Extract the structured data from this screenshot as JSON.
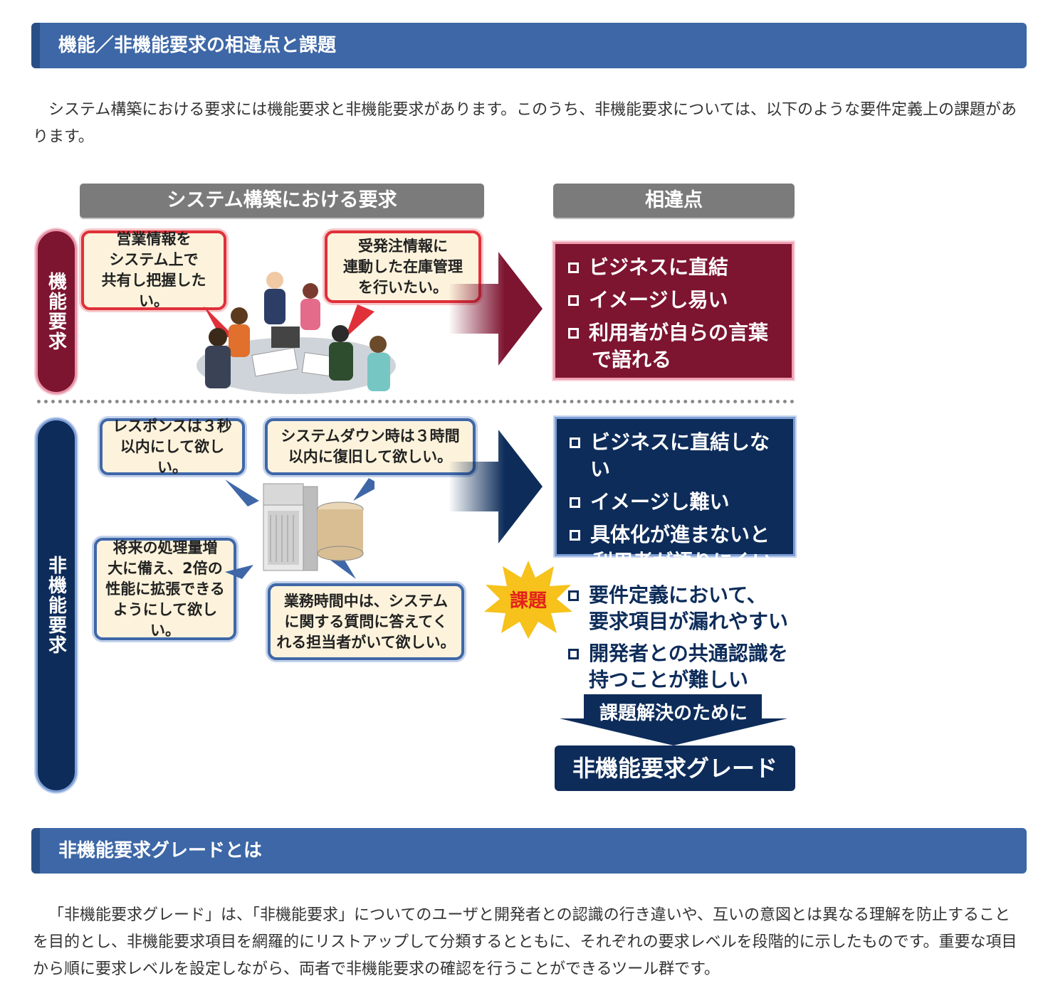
{
  "section1": {
    "title": "機能／非機能要求の相違点と課題",
    "intro": "システム構築における要求には機能要求と非機能要求があります。このうち、非機能要求については、以下のような要件定義上の課題があります。"
  },
  "diagram": {
    "header_left": "システム構築における要求",
    "header_right": "相違点",
    "functional": {
      "label": "機能要求",
      "bubble1": [
        "営業情報を",
        "システム上で",
        "共有し把握したい。"
      ],
      "bubble2": [
        "受発注情報に",
        "連動した在庫管理",
        "を行いたい。"
      ],
      "points": [
        "ビジネスに直結",
        "イメージし易い",
        "利用者が自らの言葉",
        "で語れる"
      ]
    },
    "nonfunctional": {
      "label": "非機能要求",
      "bubble1": [
        "レスポンスは３秒",
        "以内にして欲しい。"
      ],
      "bubble2": [
        "システムダウン時は３時間",
        "以内に復旧して欲しい。"
      ],
      "bubble3": [
        "将来の処理量増",
        "大に備え、2倍の",
        "性能に拡張できる",
        "ようにして欲しい。"
      ],
      "bubble4": [
        "業務時間中は、システム",
        "に関する質問に答えてく",
        "れる担当者がいて欲しい。"
      ],
      "points": [
        "ビジネスに直結しない",
        "イメージし難い",
        "具体化が進まないと",
        "利用者が語りにくい"
      ]
    },
    "issue": {
      "badge": "課題",
      "items": [
        "要件定義において、",
        "要求項目が漏れやすい",
        "開発者との共通認識を",
        "持つことが難しい"
      ]
    },
    "solve_label": "課題解決のために",
    "grade_label": "非機能要求グレード",
    "colors": {
      "functional": "#7d1430",
      "nonfunctional": "#0d2c5a",
      "header": "#3d67a6"
    }
  },
  "section2": {
    "title": "非機能要求グレードとは",
    "body": "「非機能要求グレード」は、「非機能要求」についてのユーザと開発者との認識の行き違いや、互いの意図とは異なる理解を防止することを目的とし、非機能要求項目を網羅的にリストアップして分類するとともに、それぞれの要求レベルを段階的に示したものです。重要な項目から順に要求レベルを設定しながら、両者で非機能要求の確認を行うことができるツール群です。"
  }
}
